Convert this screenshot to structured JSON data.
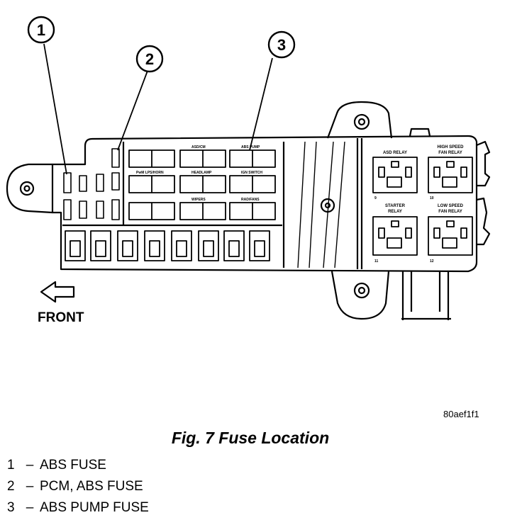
{
  "diagram": {
    "callouts": [
      "1",
      "2",
      "3"
    ],
    "front_label": "FRONT",
    "figure_code": "80aef1f1",
    "caption": "Fig. 7 Fuse Location",
    "fuse_labels": [
      "ASD/CM",
      "ABS PUMP",
      "PwM LPS/HORN",
      "HEADLAMP",
      "IGN SWITCH",
      "WIPERS",
      "RAD/FANS"
    ],
    "relays": [
      {
        "number": "9",
        "label_1": "ASD RELAY",
        "label_2": ""
      },
      {
        "number": "10",
        "label_1": "HIGH SPEED",
        "label_2": "FAN RELAY"
      },
      {
        "number": "11",
        "label_1": "STARTER",
        "label_2": "RELAY"
      },
      {
        "number": "12",
        "label_1": "LOW SPEED",
        "label_2": "FAN RELAY"
      }
    ]
  },
  "legend": [
    {
      "num": "1",
      "dash": "–",
      "text": "ABS FUSE"
    },
    {
      "num": "2",
      "dash": "–",
      "text": "PCM, ABS FUSE"
    },
    {
      "num": "3",
      "dash": "–",
      "text": "ABS PUMP FUSE"
    }
  ]
}
